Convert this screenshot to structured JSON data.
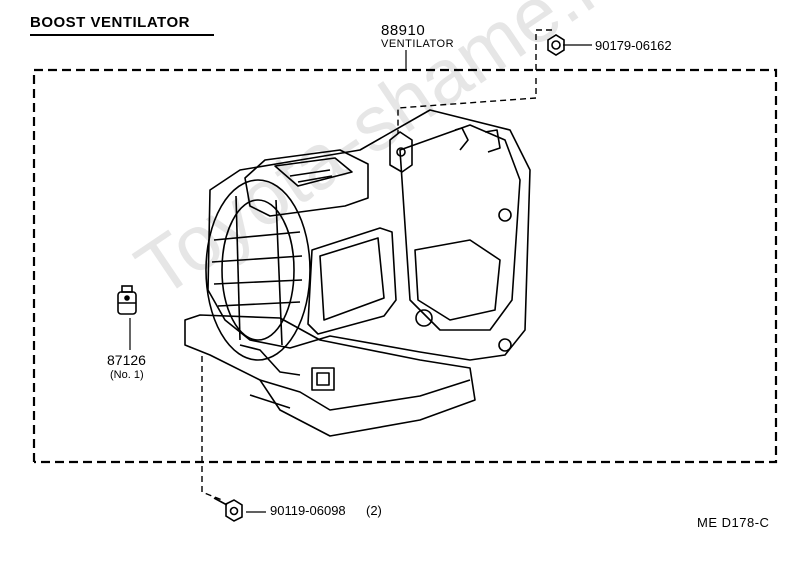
{
  "diagram": {
    "title": "BOOST VENTILATOR",
    "main_part_number": "88910",
    "main_part_name": "VENTILATOR",
    "nut_part_number": "90179-06162",
    "resistor_part_number": "87126",
    "resistor_part_note": "(No. 1)",
    "bolt_part_number": "90119-06098",
    "bolt_quantity": "(2)",
    "drawing_code": "ME  D178-C",
    "watermark": "Toyota-shame.ru"
  },
  "colors": {
    "ink": "#000000",
    "watermark": "#e6e6e6",
    "background": "#ffffff"
  }
}
